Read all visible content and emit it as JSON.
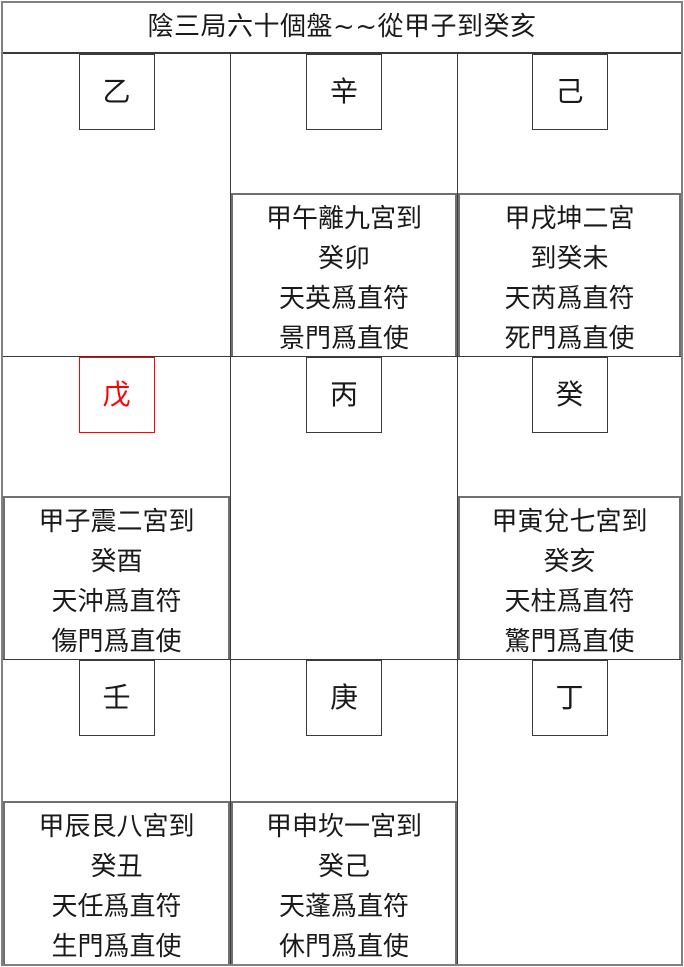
{
  "title": "陰三局六十個盤~~從甲子到癸亥",
  "colors": {
    "outer_border": "#808080",
    "inner_border": "#3a3a3a",
    "body_border": "#707070",
    "highlight": "#ff0000",
    "text": "#1a1a1a",
    "background": "#ffffff"
  },
  "cells": [
    {
      "stem": "乙",
      "highlight": false,
      "lines": []
    },
    {
      "stem": "辛",
      "highlight": false,
      "lines": [
        "甲午離九宮到",
        "癸卯",
        "天英爲直符",
        "景門爲直使"
      ]
    },
    {
      "stem": "己",
      "highlight": false,
      "lines": [
        "甲戌坤二宮",
        "到癸未",
        "天芮爲直符",
        "死門爲直使"
      ]
    },
    {
      "stem": "戊",
      "highlight": true,
      "lines": [
        "甲子震二宮到",
        "癸酉",
        "天沖爲直符",
        "傷門爲直使"
      ]
    },
    {
      "stem": "丙",
      "highlight": false,
      "lines": []
    },
    {
      "stem": "癸",
      "highlight": false,
      "lines": [
        "甲寅兌七宮到",
        "癸亥",
        "天柱爲直符",
        "驚門爲直使"
      ]
    },
    {
      "stem": "壬",
      "highlight": false,
      "lines": [
        "甲辰艮八宮到",
        "癸丑",
        "天任爲直符",
        "生門爲直使"
      ]
    },
    {
      "stem": "庚",
      "highlight": false,
      "lines": [
        "甲申坎一宮到",
        "癸己",
        "天蓬爲直符",
        "休門爲直使"
      ]
    },
    {
      "stem": "丁",
      "highlight": false,
      "lines": []
    }
  ]
}
